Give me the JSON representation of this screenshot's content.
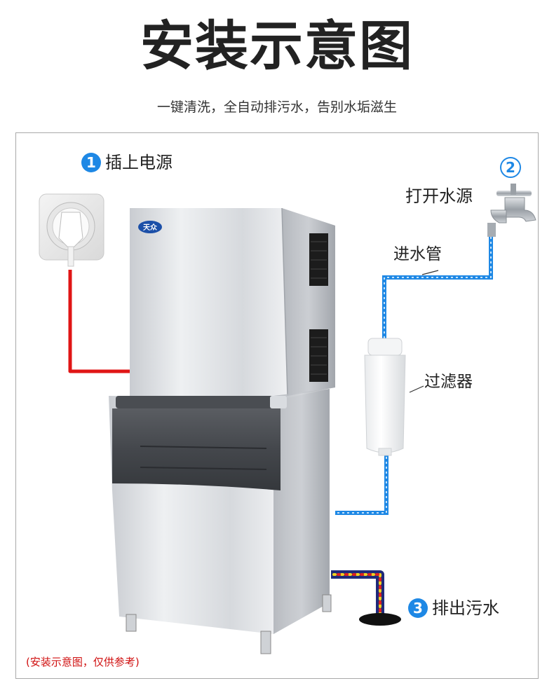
{
  "header": {
    "title": "安装示意图",
    "subtitle": "一键清洗，全自动排污水，告别水垢滋生"
  },
  "steps": [
    {
      "number": "1",
      "label": "插上电源"
    },
    {
      "number": "2",
      "label": "打开水源"
    },
    {
      "number": "3",
      "label": "排出污水"
    }
  ],
  "parts": {
    "inlet_pipe": "进水管",
    "filter": "过滤器"
  },
  "machine": {
    "brand_badge": "天众"
  },
  "footnote": "(安装示意图，仅供参考)",
  "colors": {
    "power_cable": "#e01515",
    "water_pipe": "#1e88e5",
    "step_badge": "#1e88e5",
    "footnote": "#d01010"
  },
  "icons": [
    "power-socket-icon",
    "water-faucet-icon",
    "water-filter-icon",
    "drain-icon"
  ]
}
